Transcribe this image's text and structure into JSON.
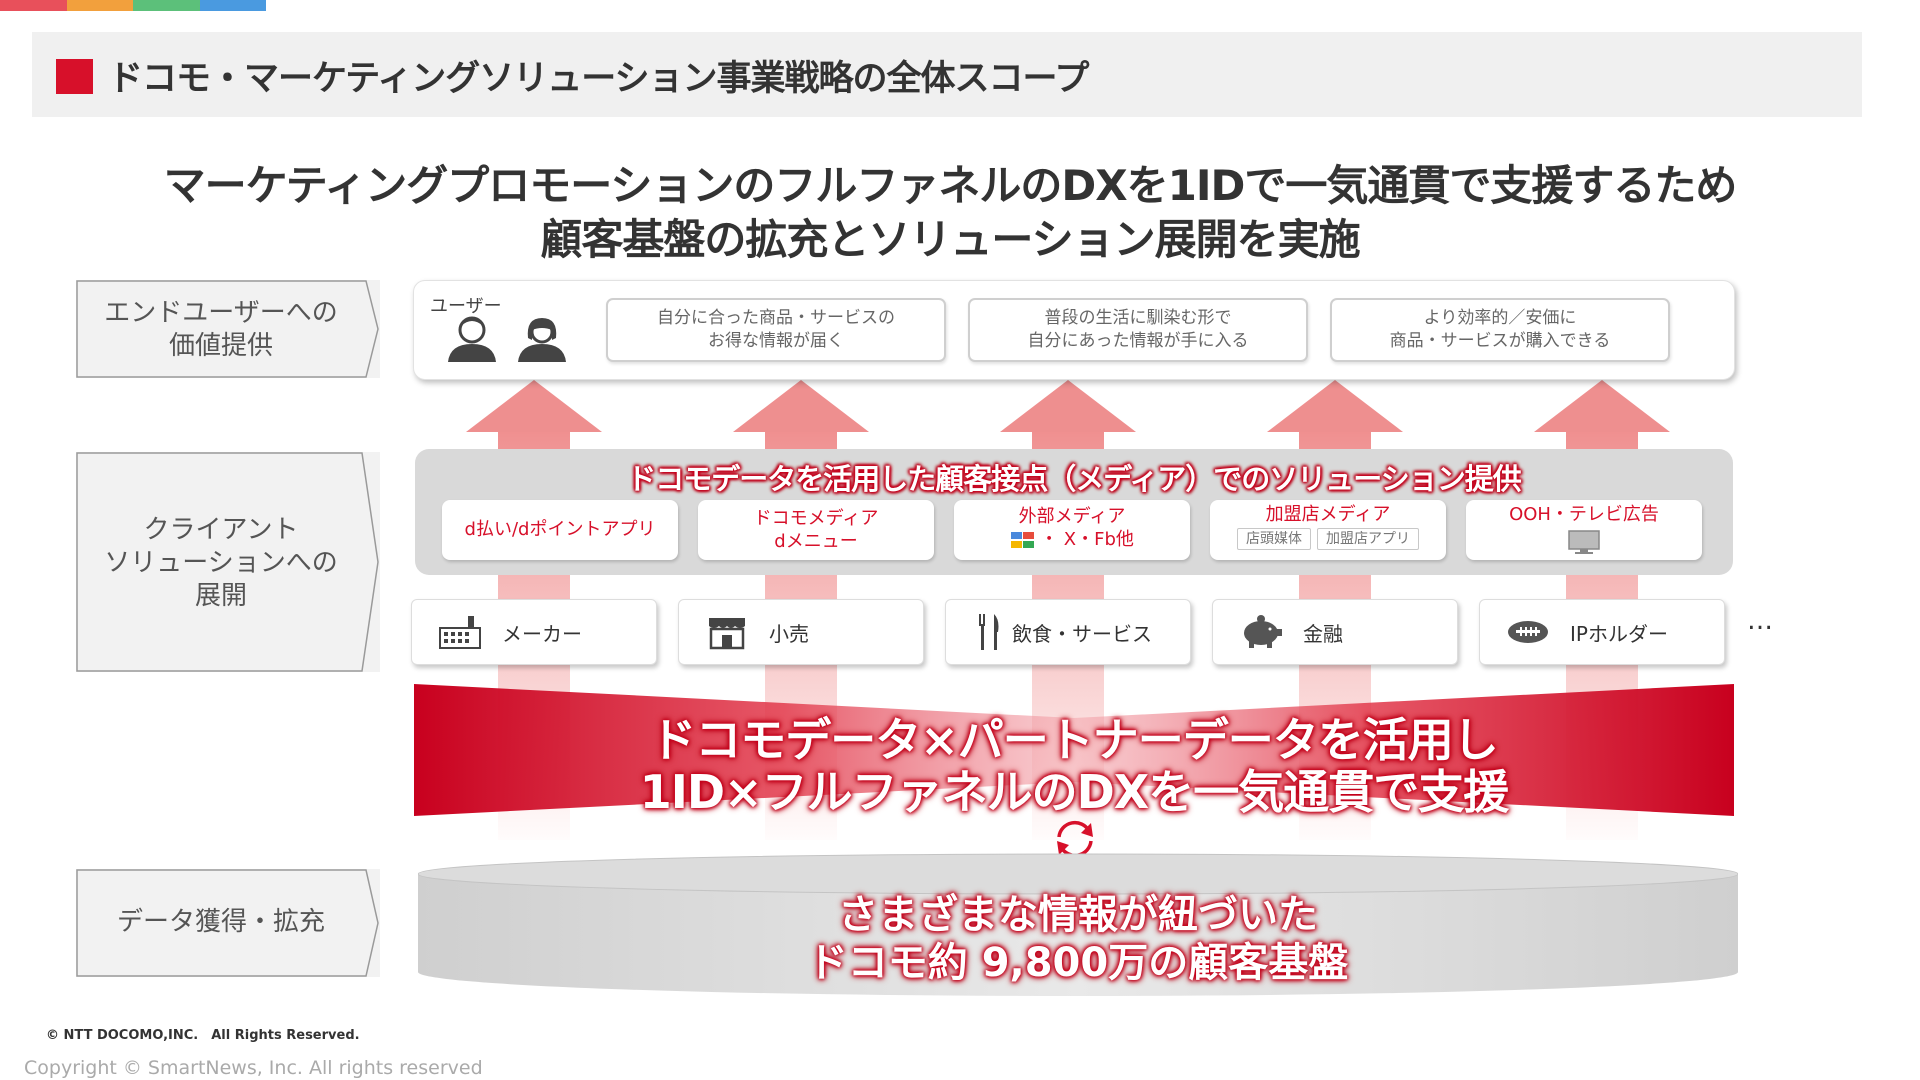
{
  "colors": {
    "brand_red": "#d7102a",
    "strip": [
      "#e8505b",
      "#f2a03d",
      "#5cc07a",
      "#4a9ae0"
    ]
  },
  "header": {
    "title": "ドコモ・マーケティングソリューション事業戦略の全体スコープ"
  },
  "headline": {
    "line1": "マーケティングプロモーションのフルファネルのDXを1IDで一気通貫で支援するため",
    "line2": "顧客基盤の拡充とソリューション展開を実施"
  },
  "rows": {
    "end_user": {
      "line1": "エンドユーザーへの",
      "line2": "価値提供"
    },
    "client": {
      "line1": "クライアント",
      "line2": "ソリューションへの",
      "line3": "展開"
    },
    "data": {
      "line1": "データ獲得・拡充"
    }
  },
  "users": {
    "label": "ユーザー",
    "icons": [
      "male-user-icon",
      "female-user-icon"
    ],
    "values": [
      {
        "line1": "自分に合った商品・サービスの",
        "line2": "お得な情報が届く"
      },
      {
        "line1": "普段の生活に馴染む形で",
        "line2": "自分にあった情報が手に入る"
      },
      {
        "line1": "より効率的／安価に",
        "line2": "商品・サービスが購入できる"
      }
    ]
  },
  "media": {
    "title": "ドコモデータを活用した顧客接点（メディア）でのソリューション提供",
    "items": [
      {
        "line1": "d払い/dポイントアプリ"
      },
      {
        "line1": "ドコモメディア",
        "line2": "dメニュー"
      },
      {
        "line1": "外部メディア",
        "line2": "・ X・Fb他",
        "icon": "google-icon"
      },
      {
        "line1": "加盟店メディア",
        "tags": [
          "店頭媒体",
          "加盟店アプリ"
        ]
      },
      {
        "line1": "OOH・テレビ広告",
        "icon": "monitor-icon"
      }
    ]
  },
  "industries": {
    "items": [
      {
        "label": "メーカー",
        "icon": "factory-icon"
      },
      {
        "label": "小売",
        "icon": "store-icon"
      },
      {
        "label": "飲食・サービス",
        "icon": "cutlery-icon"
      },
      {
        "label": "金融",
        "icon": "piggy-bank-icon"
      },
      {
        "label": "IPホルダー",
        "icon": "rugby-ball-icon"
      }
    ],
    "more": "…"
  },
  "band": {
    "line1": "ドコモデータ×パートナーデータを活用し",
    "line2": "1ID×フルファネルのDXを一気通貫で支援",
    "icon": "cycle-arrows-icon"
  },
  "base": {
    "line1": "さまざまな情報が紐づいた",
    "line2": "ドコモ約 9,800万の顧客基盤"
  },
  "footer": {
    "docomo_copyright": "© NTT DOCOMO,INC.　All Rights Reserved.",
    "smartnews_copyright": "Copyright © SmartNews, Inc. All rights reserved"
  }
}
